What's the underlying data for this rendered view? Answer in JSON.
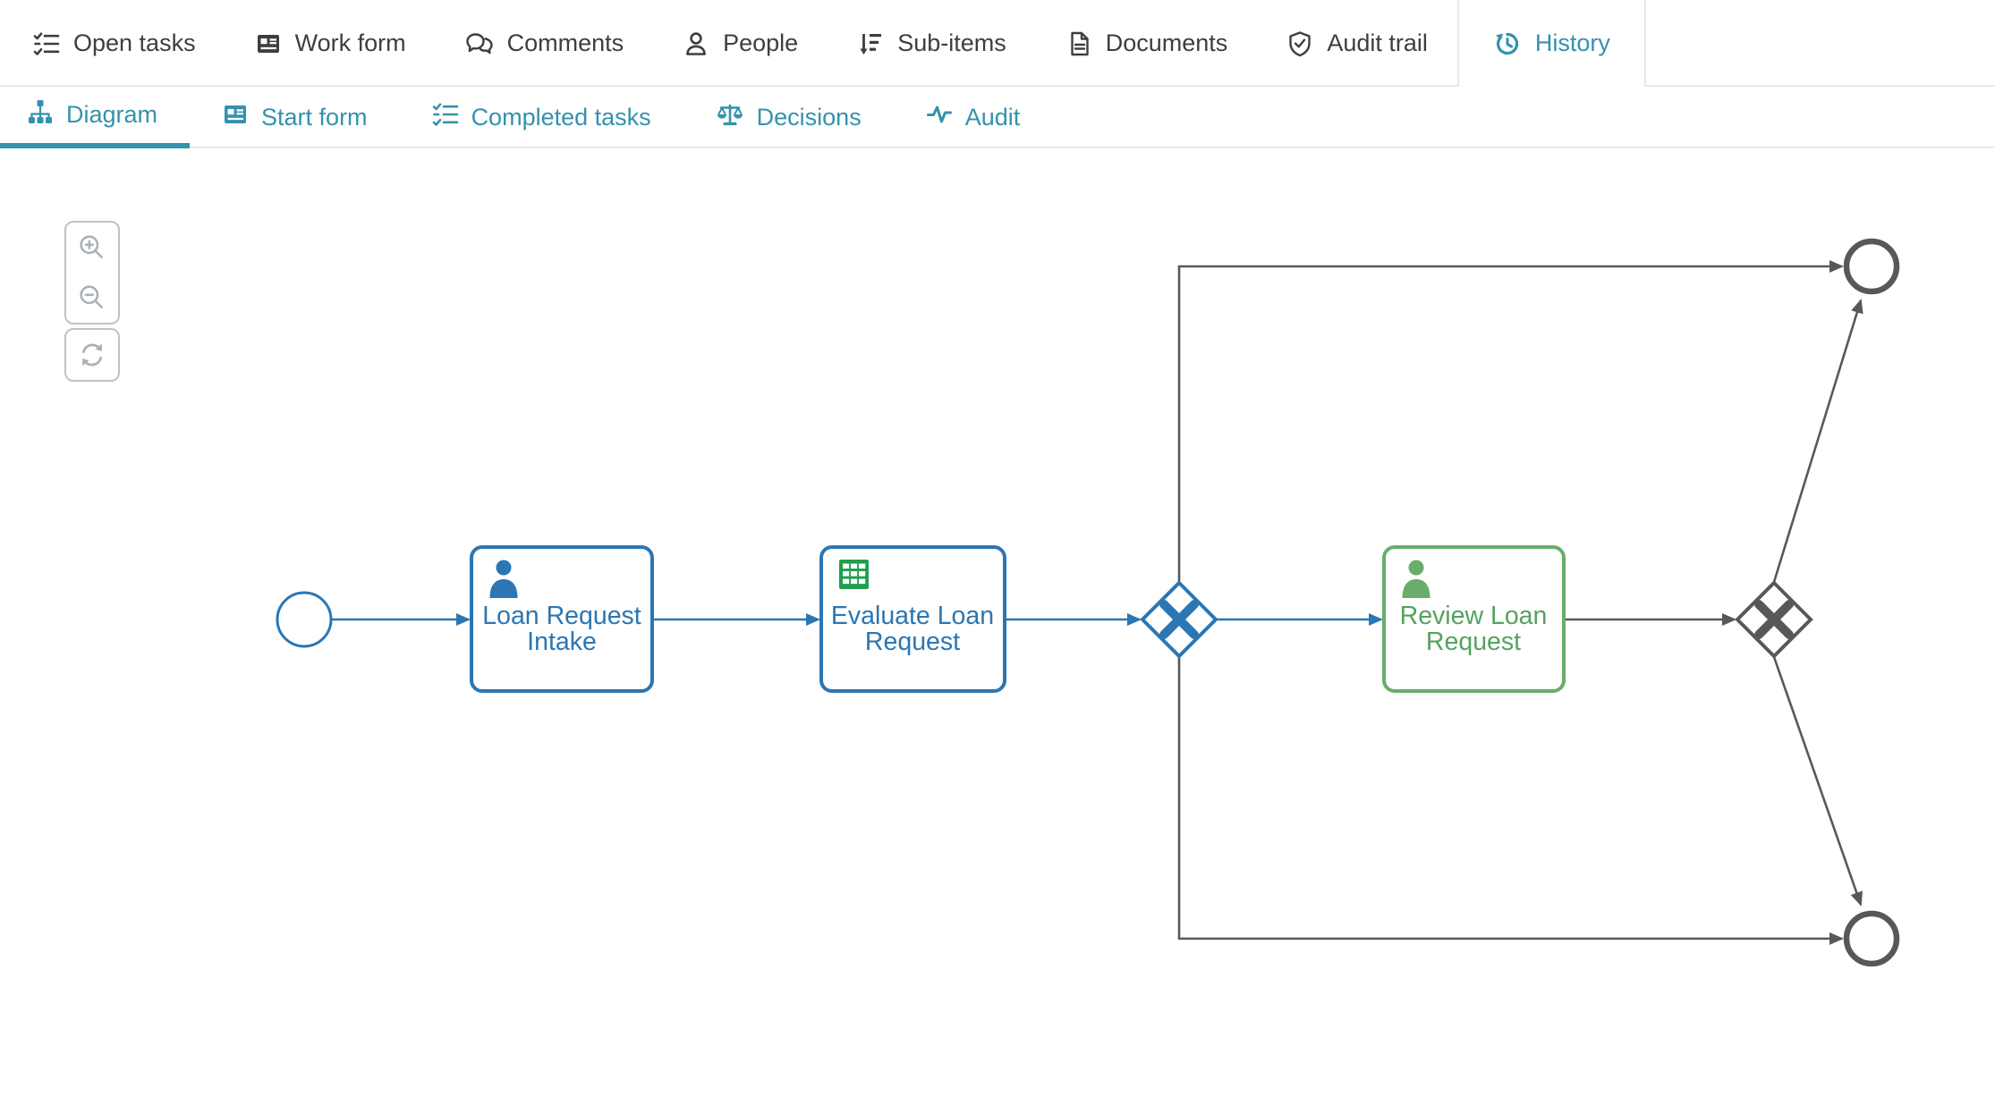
{
  "header_tabs": {
    "items": [
      {
        "label": "Open tasks",
        "icon": "checklist-icon",
        "active": false
      },
      {
        "label": "Work form",
        "icon": "form-icon",
        "active": false
      },
      {
        "label": "Comments",
        "icon": "comments-icon",
        "active": false
      },
      {
        "label": "People",
        "icon": "person-icon",
        "active": false
      },
      {
        "label": "Sub-items",
        "icon": "sort-descending-icon",
        "active": false
      },
      {
        "label": "Documents",
        "icon": "document-icon",
        "active": false
      },
      {
        "label": "Audit trail",
        "icon": "shield-check-icon",
        "active": false
      },
      {
        "label": "History",
        "icon": "history-icon",
        "active": true
      }
    ]
  },
  "sub_tabs": {
    "items": [
      {
        "label": "Diagram",
        "icon": "sitemap-icon",
        "active": true
      },
      {
        "label": "Start form",
        "icon": "form-icon",
        "active": false
      },
      {
        "label": "Completed tasks",
        "icon": "checklist-icon",
        "active": false
      },
      {
        "label": "Decisions",
        "icon": "scales-icon",
        "active": false
      },
      {
        "label": "Audit",
        "icon": "pulse-icon",
        "active": false
      }
    ]
  },
  "diagram": {
    "zoom_toolbar": {
      "buttons": [
        {
          "icon": "zoom-in-icon"
        },
        {
          "icon": "zoom-out-icon"
        },
        {
          "icon": "refresh-icon"
        }
      ]
    },
    "nodes": {
      "start_event": {
        "type": "start-event"
      },
      "loan_request_intake": {
        "type": "user-task",
        "line1": "Loan Request",
        "line2": "Intake"
      },
      "evaluate_loan_request": {
        "type": "business-rule-task",
        "line1": "Evaluate Loan",
        "line2": "Request"
      },
      "exclusive_gateway_1": {
        "type": "exclusive-gateway"
      },
      "review_loan_request": {
        "type": "user-task",
        "line1": "Review Loan",
        "line2": "Request"
      },
      "exclusive_gateway_2": {
        "type": "exclusive-gateway"
      },
      "end_event_top": {
        "type": "end-event"
      },
      "end_event_bottom": {
        "type": "end-event"
      }
    },
    "colors": {
      "flow_blue": "#2b76b3",
      "flow_gray": "#585858",
      "task_green_border": "#68ad69",
      "task_green_text": "#55a25f",
      "rule_icon_green": "#219e4d",
      "tab_teal": "#3492ad"
    }
  }
}
